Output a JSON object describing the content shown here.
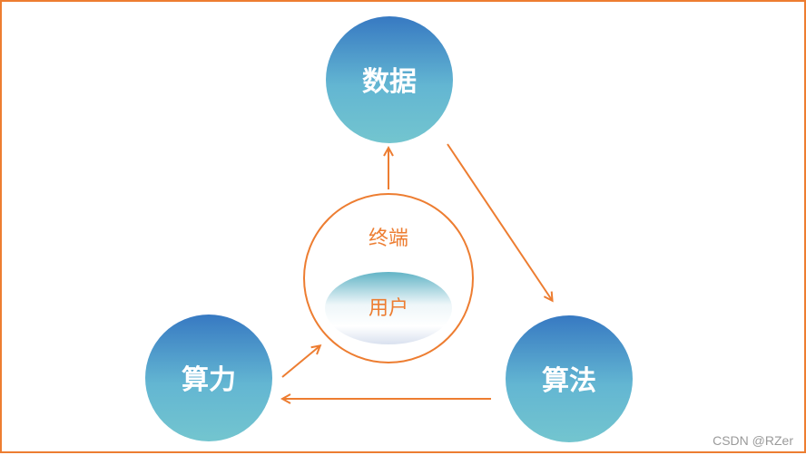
{
  "diagram": {
    "nodes": {
      "data": "数据",
      "algorithm": "算法",
      "compute": "算力"
    },
    "center": {
      "terminal": "终端",
      "user": "用户"
    }
  },
  "watermark": "CSDN @RZer",
  "colors": {
    "accent": "#ed7d31",
    "node_top": "#3b7fc4",
    "node_bottom": "#70c3cf",
    "user_fill_top": "#6fb3c8",
    "user_fill_bottom": "#e6eef6"
  }
}
